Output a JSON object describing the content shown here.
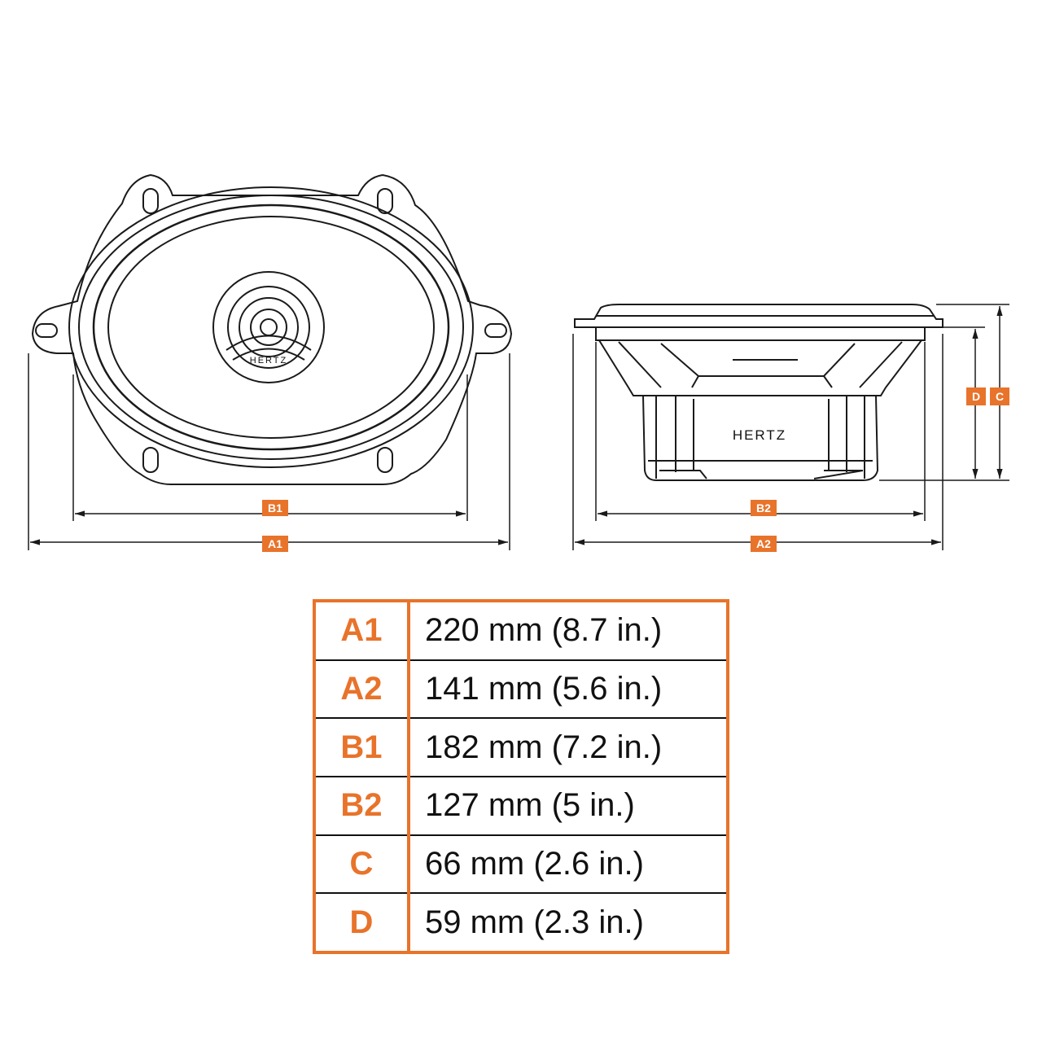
{
  "brand_logo_text": "HERTZ",
  "colors": {
    "accent": "#e8732a",
    "line": "#1a1a1a"
  },
  "dimension_tags": {
    "a1": "A1",
    "b1": "B1",
    "a2": "A2",
    "b2": "B2",
    "c": "C",
    "d": "D"
  },
  "spec_table": [
    {
      "key": "A1",
      "value": "220 mm (8.7 in.)"
    },
    {
      "key": "A2",
      "value": "141 mm (5.6 in.)"
    },
    {
      "key": "B1",
      "value": "182 mm (7.2 in.)"
    },
    {
      "key": "B2",
      "value": "127 mm (5 in.)"
    },
    {
      "key": "C",
      "value": "66 mm (2.6 in.)"
    },
    {
      "key": "D",
      "value": "59 mm (2.3 in.)"
    }
  ]
}
